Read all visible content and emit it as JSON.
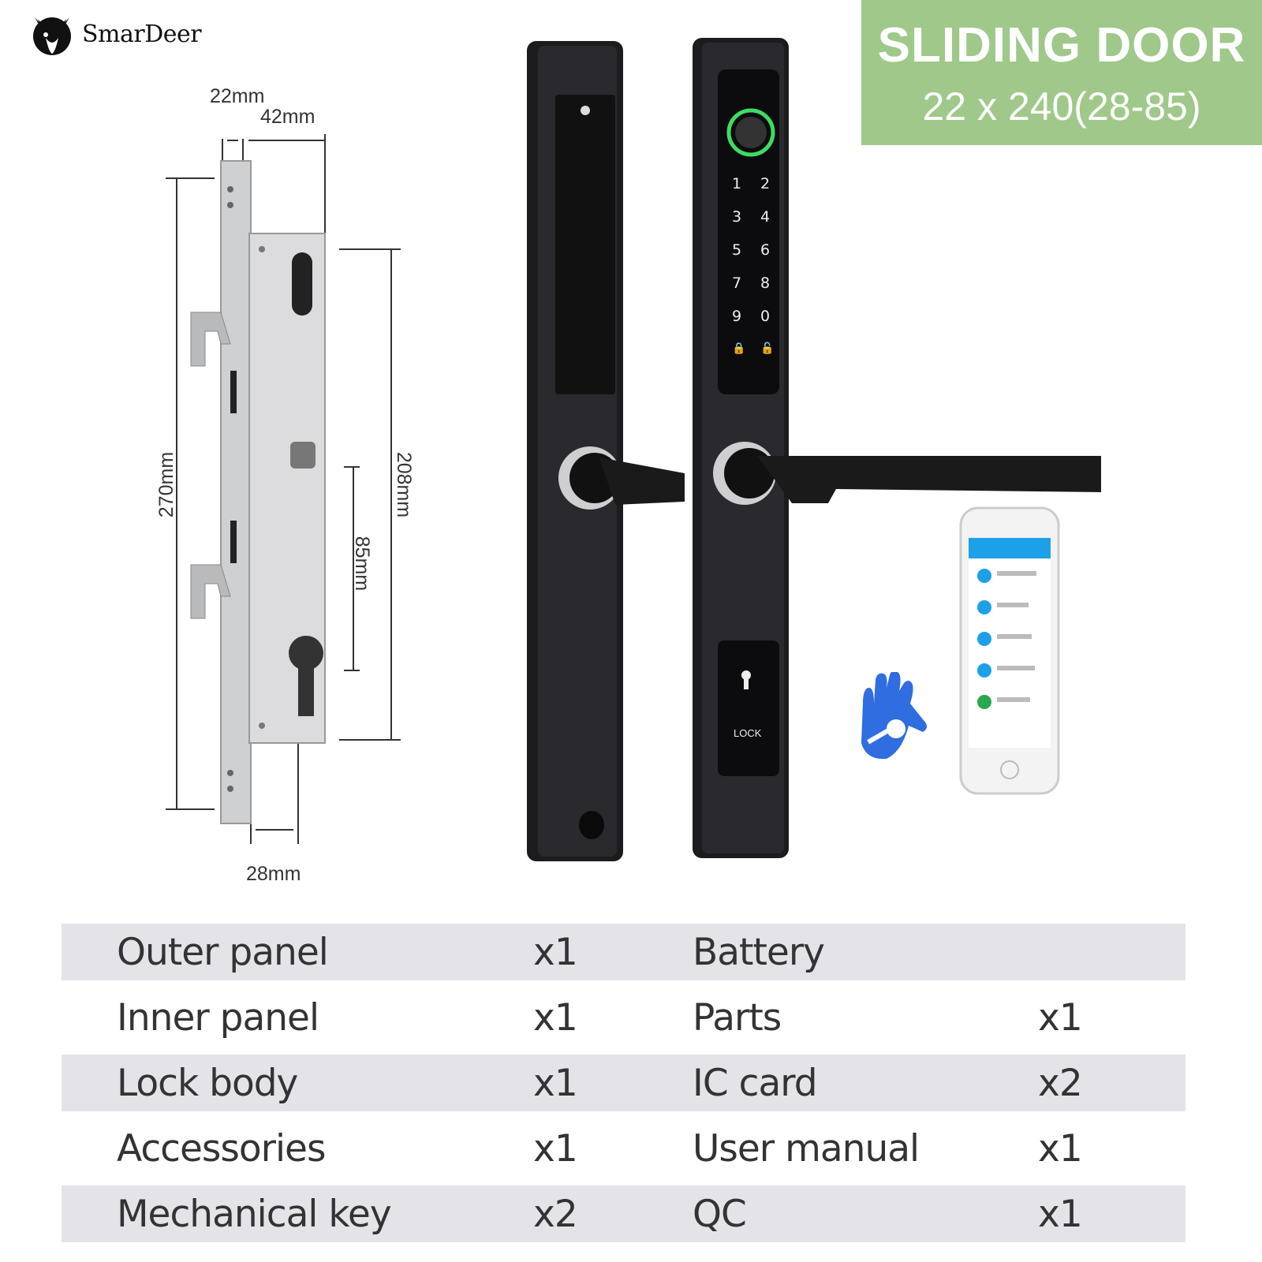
{
  "brand": {
    "name": "SmarDeer",
    "logo_icon": "deer-head-icon"
  },
  "banner": {
    "title": "SLIDING DOOR",
    "subtitle": "22 x 240(28-85)",
    "color": "#9fc88a"
  },
  "dimensions": {
    "d22": "22mm",
    "d42": "42mm",
    "d270": "270mm",
    "d208": "208mm",
    "d85": "85mm",
    "d28": "28mm"
  },
  "keypad": {
    "keys": [
      "1",
      "2",
      "3",
      "4",
      "5",
      "6",
      "7",
      "8",
      "9",
      "0"
    ],
    "lock_label": "LOCK"
  },
  "package_list": [
    {
      "item1": "Outer panel",
      "qty1": "x1",
      "item2": "Battery",
      "qty2": ""
    },
    {
      "item1": "Inner panel",
      "qty1": "x1",
      "item2": "Parts",
      "qty2": "x1"
    },
    {
      "item1": "Lock body",
      "qty1": "x1",
      "item2": "IC card",
      "qty2": "x2"
    },
    {
      "item1": "Accessories",
      "qty1": "x1",
      "item2": "User manual",
      "qty2": "x1"
    },
    {
      "item1": "Mechanical key",
      "qty1": "x2",
      "item2": "QC",
      "qty2": "x1"
    }
  ]
}
